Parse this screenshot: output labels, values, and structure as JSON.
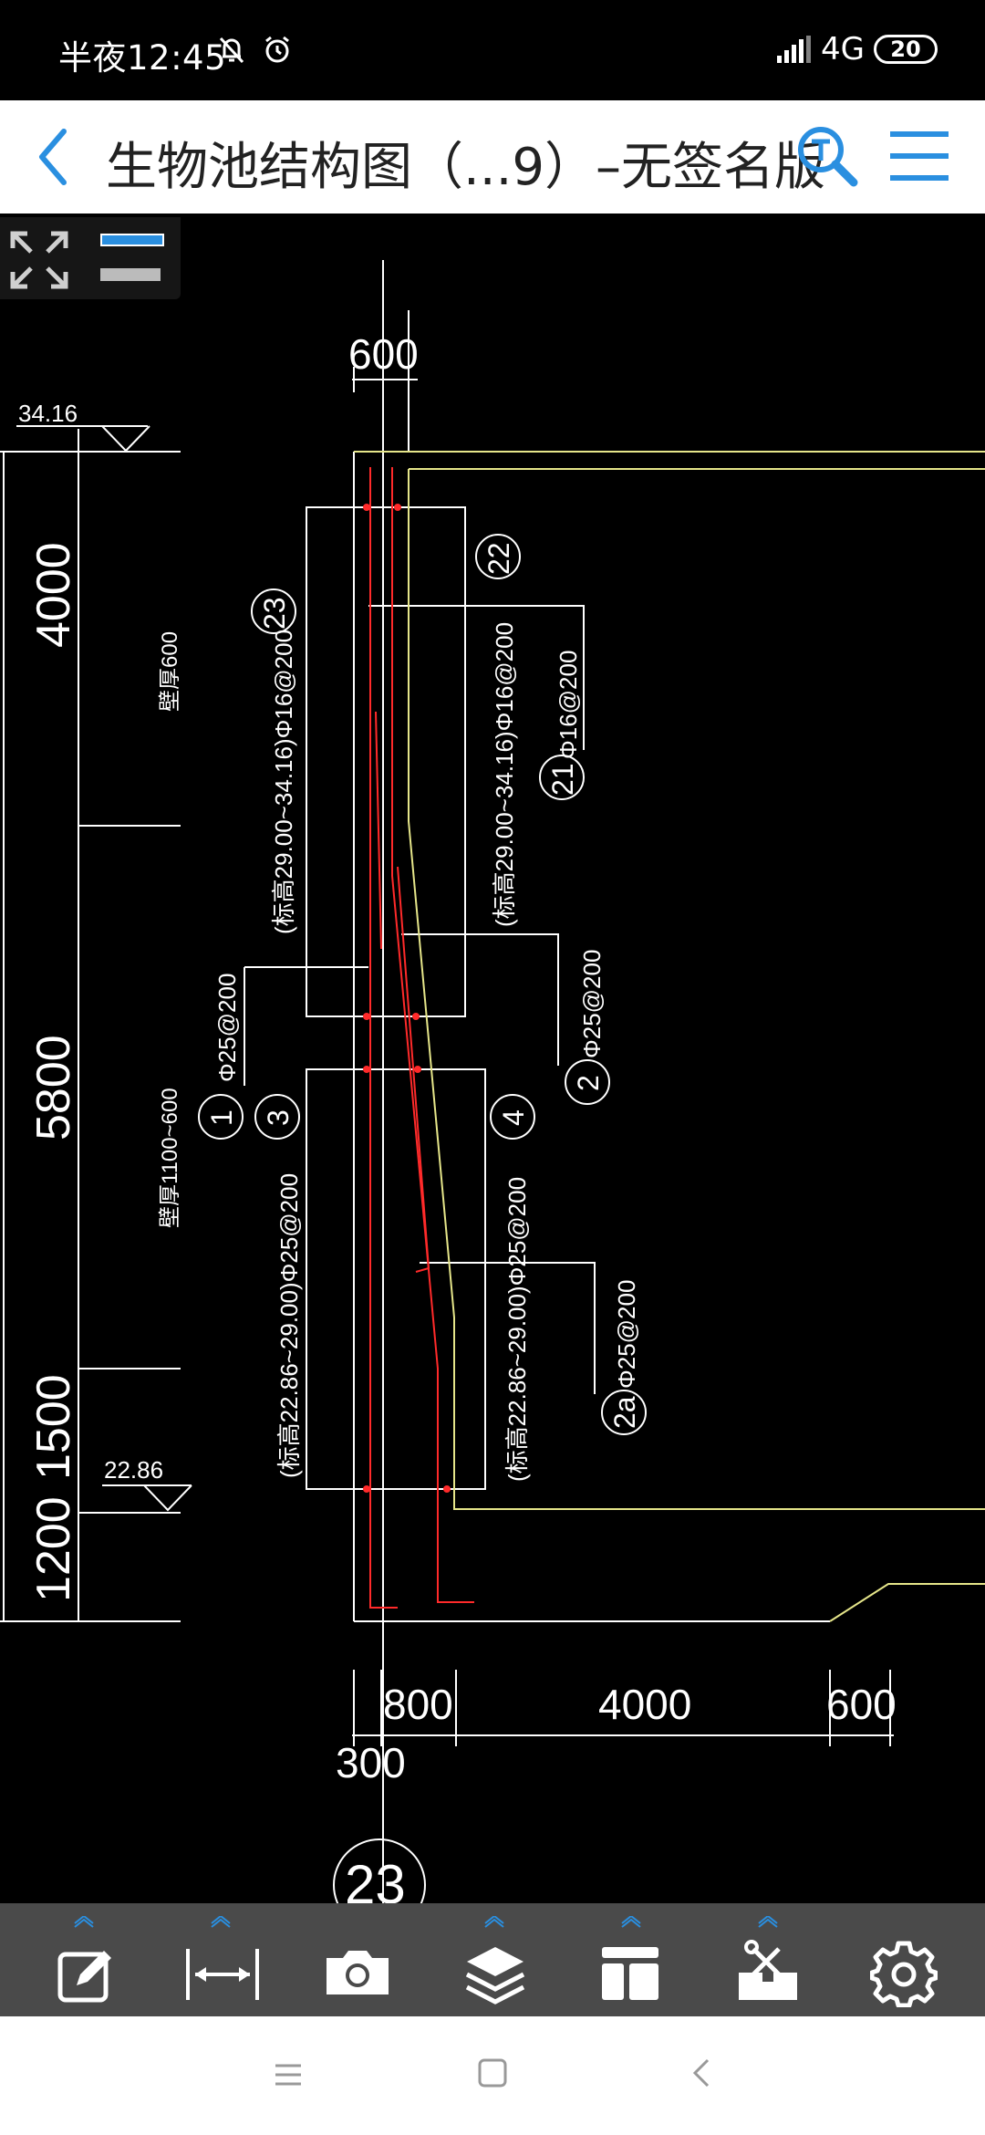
{
  "status_bar": {
    "time": "半夜12:45",
    "network": "4G",
    "battery": "20"
  },
  "header": {
    "title": "生物池结构图（...9）–无签名版"
  },
  "drawing": {
    "elev_top": "34.16",
    "elev_bottom": "22.86",
    "dim_left": [
      "4000",
      "5800",
      "1500",
      "1200"
    ],
    "dim_top": "600",
    "dim_bottom": [
      "800",
      "4000",
      "600"
    ],
    "dim_bottom_small": "300",
    "wall_note_upper": "壁厚600",
    "wall_note_lower": "壁厚1100~600",
    "rebar_23_callout": "23",
    "rebar_22_callout": "22",
    "rebar_21_callout": "21",
    "rebar_21_label": "Φ16@200",
    "rebar_2_callout": "2",
    "rebar_2_label": "Φ25@200",
    "rebar_2a_callout": "2a",
    "rebar_2a_label": "Φ25@200",
    "rebar_1_callout": "1",
    "rebar_1_label": "Φ25@200",
    "rebar_3_callout": "3",
    "rebar_4_callout": "4",
    "upper_left_note": "(标高29.00~34.16)Φ16@200",
    "upper_right_note": "(标高29.00~34.16)Φ16@200",
    "lower_left_note": "(标高22.86~29.00)Φ25@200",
    "lower_right_note": "(标高22.86~29.00)Φ25@200",
    "section_mark": "23"
  },
  "toolbar": {
    "items": [
      "edit-icon",
      "measure-icon",
      "camera-icon",
      "layers-icon",
      "layout-icon",
      "toolbox-icon",
      "settings-icon"
    ]
  },
  "colors": {
    "accent": "#2a8fe0",
    "cad_white": "#ffffff",
    "cad_yellow": "#e6e68a",
    "cad_red": "#ff2a2a"
  }
}
